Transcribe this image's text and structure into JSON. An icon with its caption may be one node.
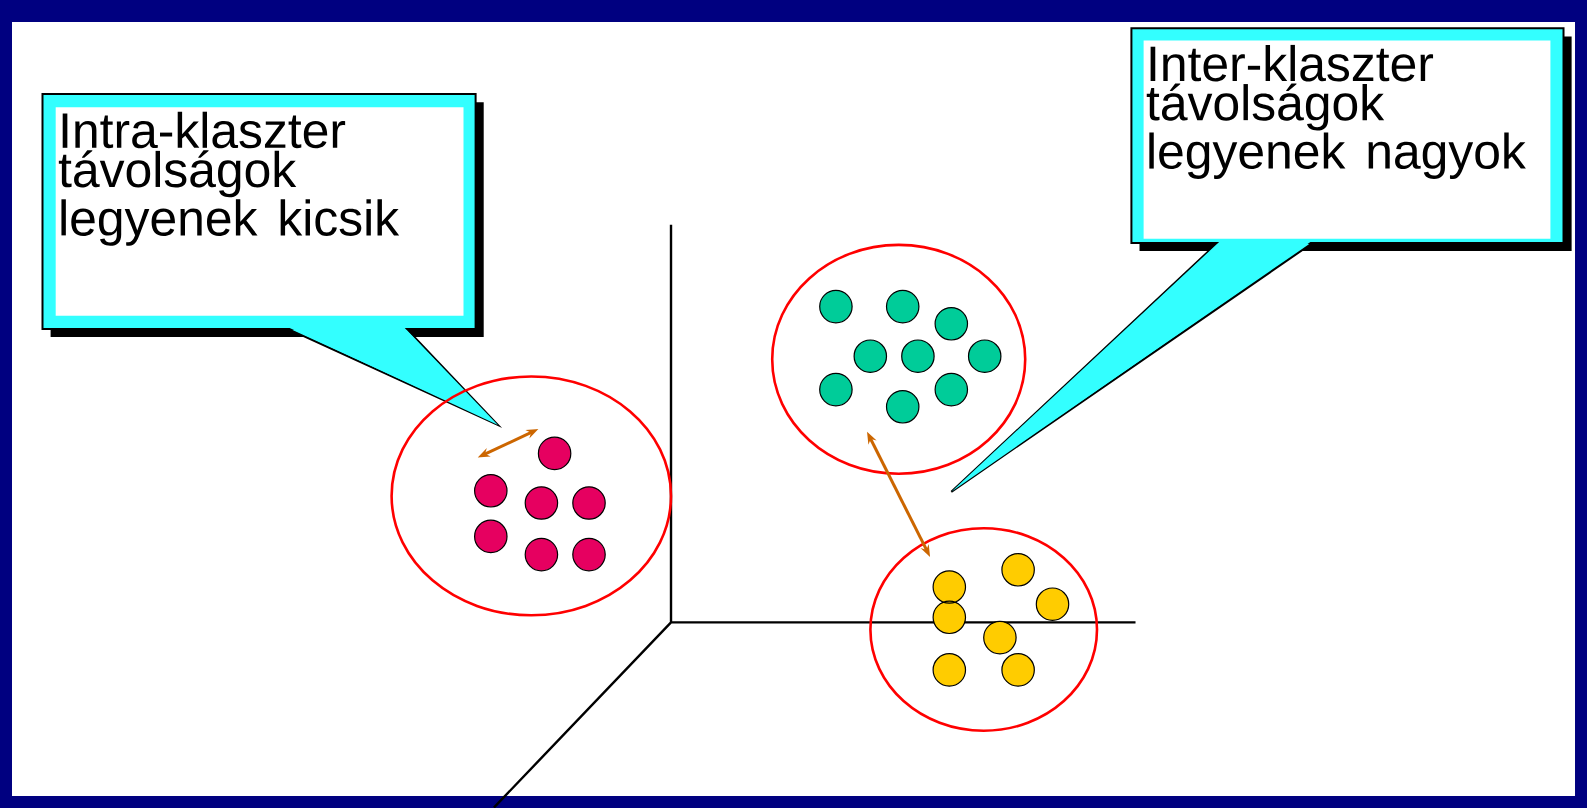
{
  "diagram": {
    "nodes": [
      {
        "text": [
          "Intra-klaszter távolságok legyenek kicsik"
        ]
      },
      {
        "text": [
          "Inter-klaszter távolságok legyenek nagyok"
        ]
      },
      {
        "text": [],
        "shape": "circle"
      },
      {
        "text": [],
        "shape": "circle"
      },
      {
        "text": [],
        "shape": "circle"
      }
    ],
    "edges": [
      {
        "from": 3,
        "to": 4,
        "arrow": "both",
        "color": "#cc6600"
      }
    ]
  }
}
